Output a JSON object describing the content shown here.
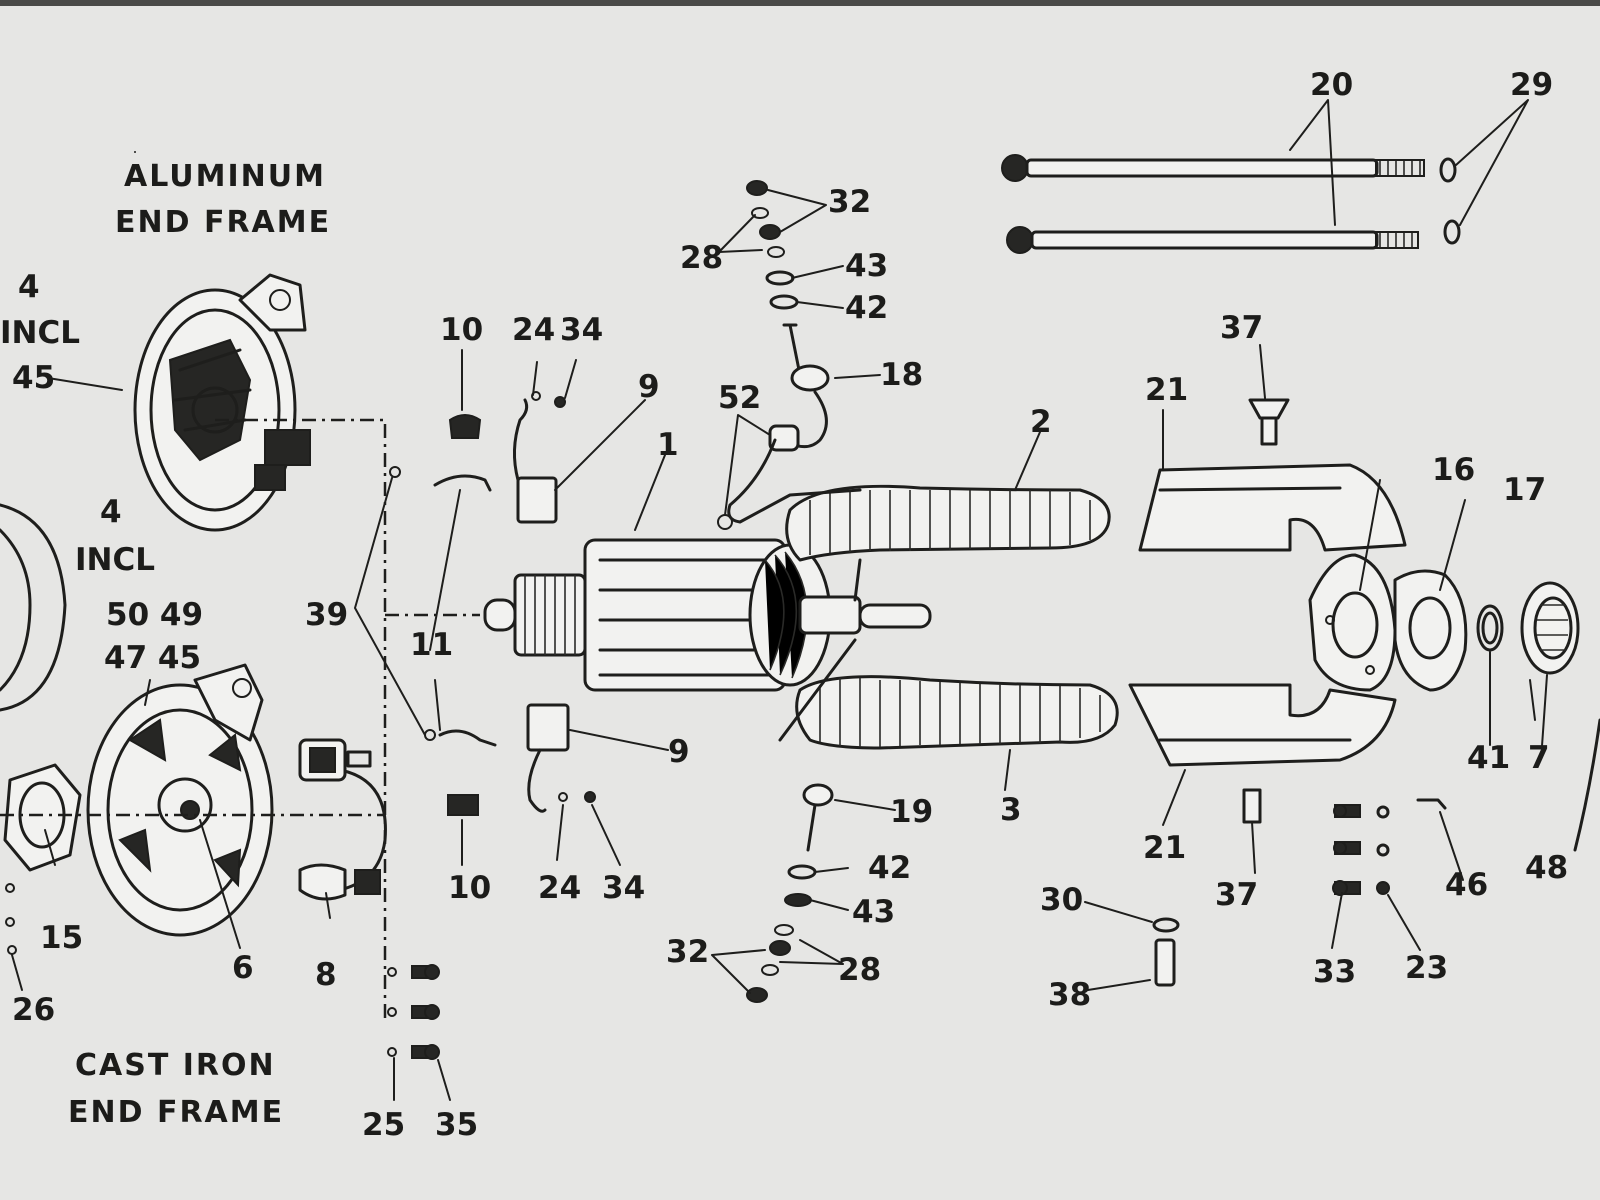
{
  "labels": {
    "aluminum_end_frame_l1": "ALUMINUM",
    "aluminum_end_frame_l2": "END FRAME",
    "cast_iron_end_frame_l1": "CAST IRON",
    "cast_iron_end_frame_l2": "END FRAME",
    "incl_a_1": "4",
    "incl_a_2": "INCL",
    "incl_a_3": "45",
    "incl_b_1": "4",
    "incl_b_2": "INCL",
    "incl_c_1": "50 49",
    "incl_c_2": "47 45"
  },
  "callouts": {
    "c1": "1",
    "c2": "2",
    "c3": "3",
    "c6": "6",
    "c7": "7",
    "c8": "8",
    "c9a": "9",
    "c9b": "9",
    "c10a": "10",
    "c10b": "10",
    "c11": "11",
    "c15": "15",
    "c16": "16",
    "c17": "17",
    "c18": "18",
    "c19": "19",
    "c20": "20",
    "c21a": "21",
    "c21b": "21",
    "c23": "23",
    "c24a": "24",
    "c24b": "24",
    "c25": "25",
    "c26": "26",
    "c28a": "28",
    "c28b": "28",
    "c29": "29",
    "c30": "30",
    "c32a": "32",
    "c32b": "32",
    "c33": "33",
    "c34a": "34",
    "c34b": "34",
    "c35": "35",
    "c37a": "37",
    "c37b": "37",
    "c38": "38",
    "c39": "39",
    "c41": "41",
    "c42a": "42",
    "c42b": "42",
    "c43a": "43",
    "c43b": "43",
    "c46": "46",
    "c48": "48",
    "c52": "52"
  }
}
